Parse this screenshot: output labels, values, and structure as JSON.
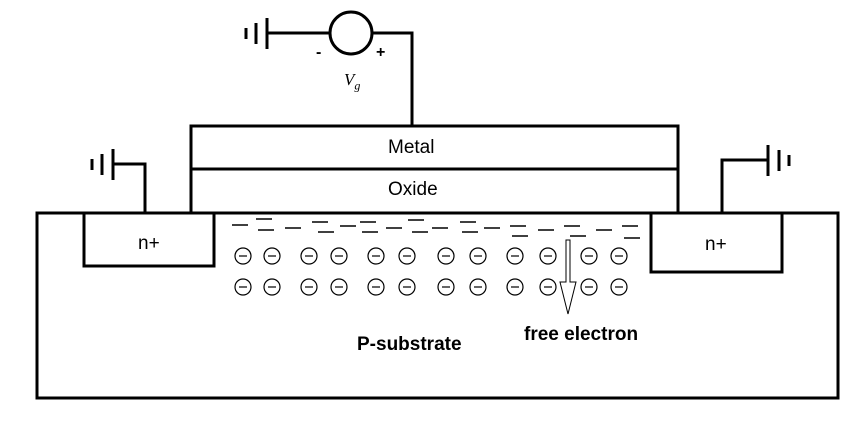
{
  "labels": {
    "metal": "Metal",
    "oxide": "Oxide",
    "source": "n+",
    "drain": "n+",
    "substrate": "P-substrate",
    "free_electron": "free electron",
    "voltage_symbol": "V",
    "voltage_subscript": "g",
    "minus_sign": "-",
    "plus_sign": "+"
  },
  "colors": {
    "stroke": "#000000",
    "background": "#ffffff"
  },
  "icons": {
    "ground": "ground-icon",
    "voltage_source": "voltage-source-icon",
    "electron": "minus-circle-icon",
    "arrow": "down-arrow-icon"
  }
}
